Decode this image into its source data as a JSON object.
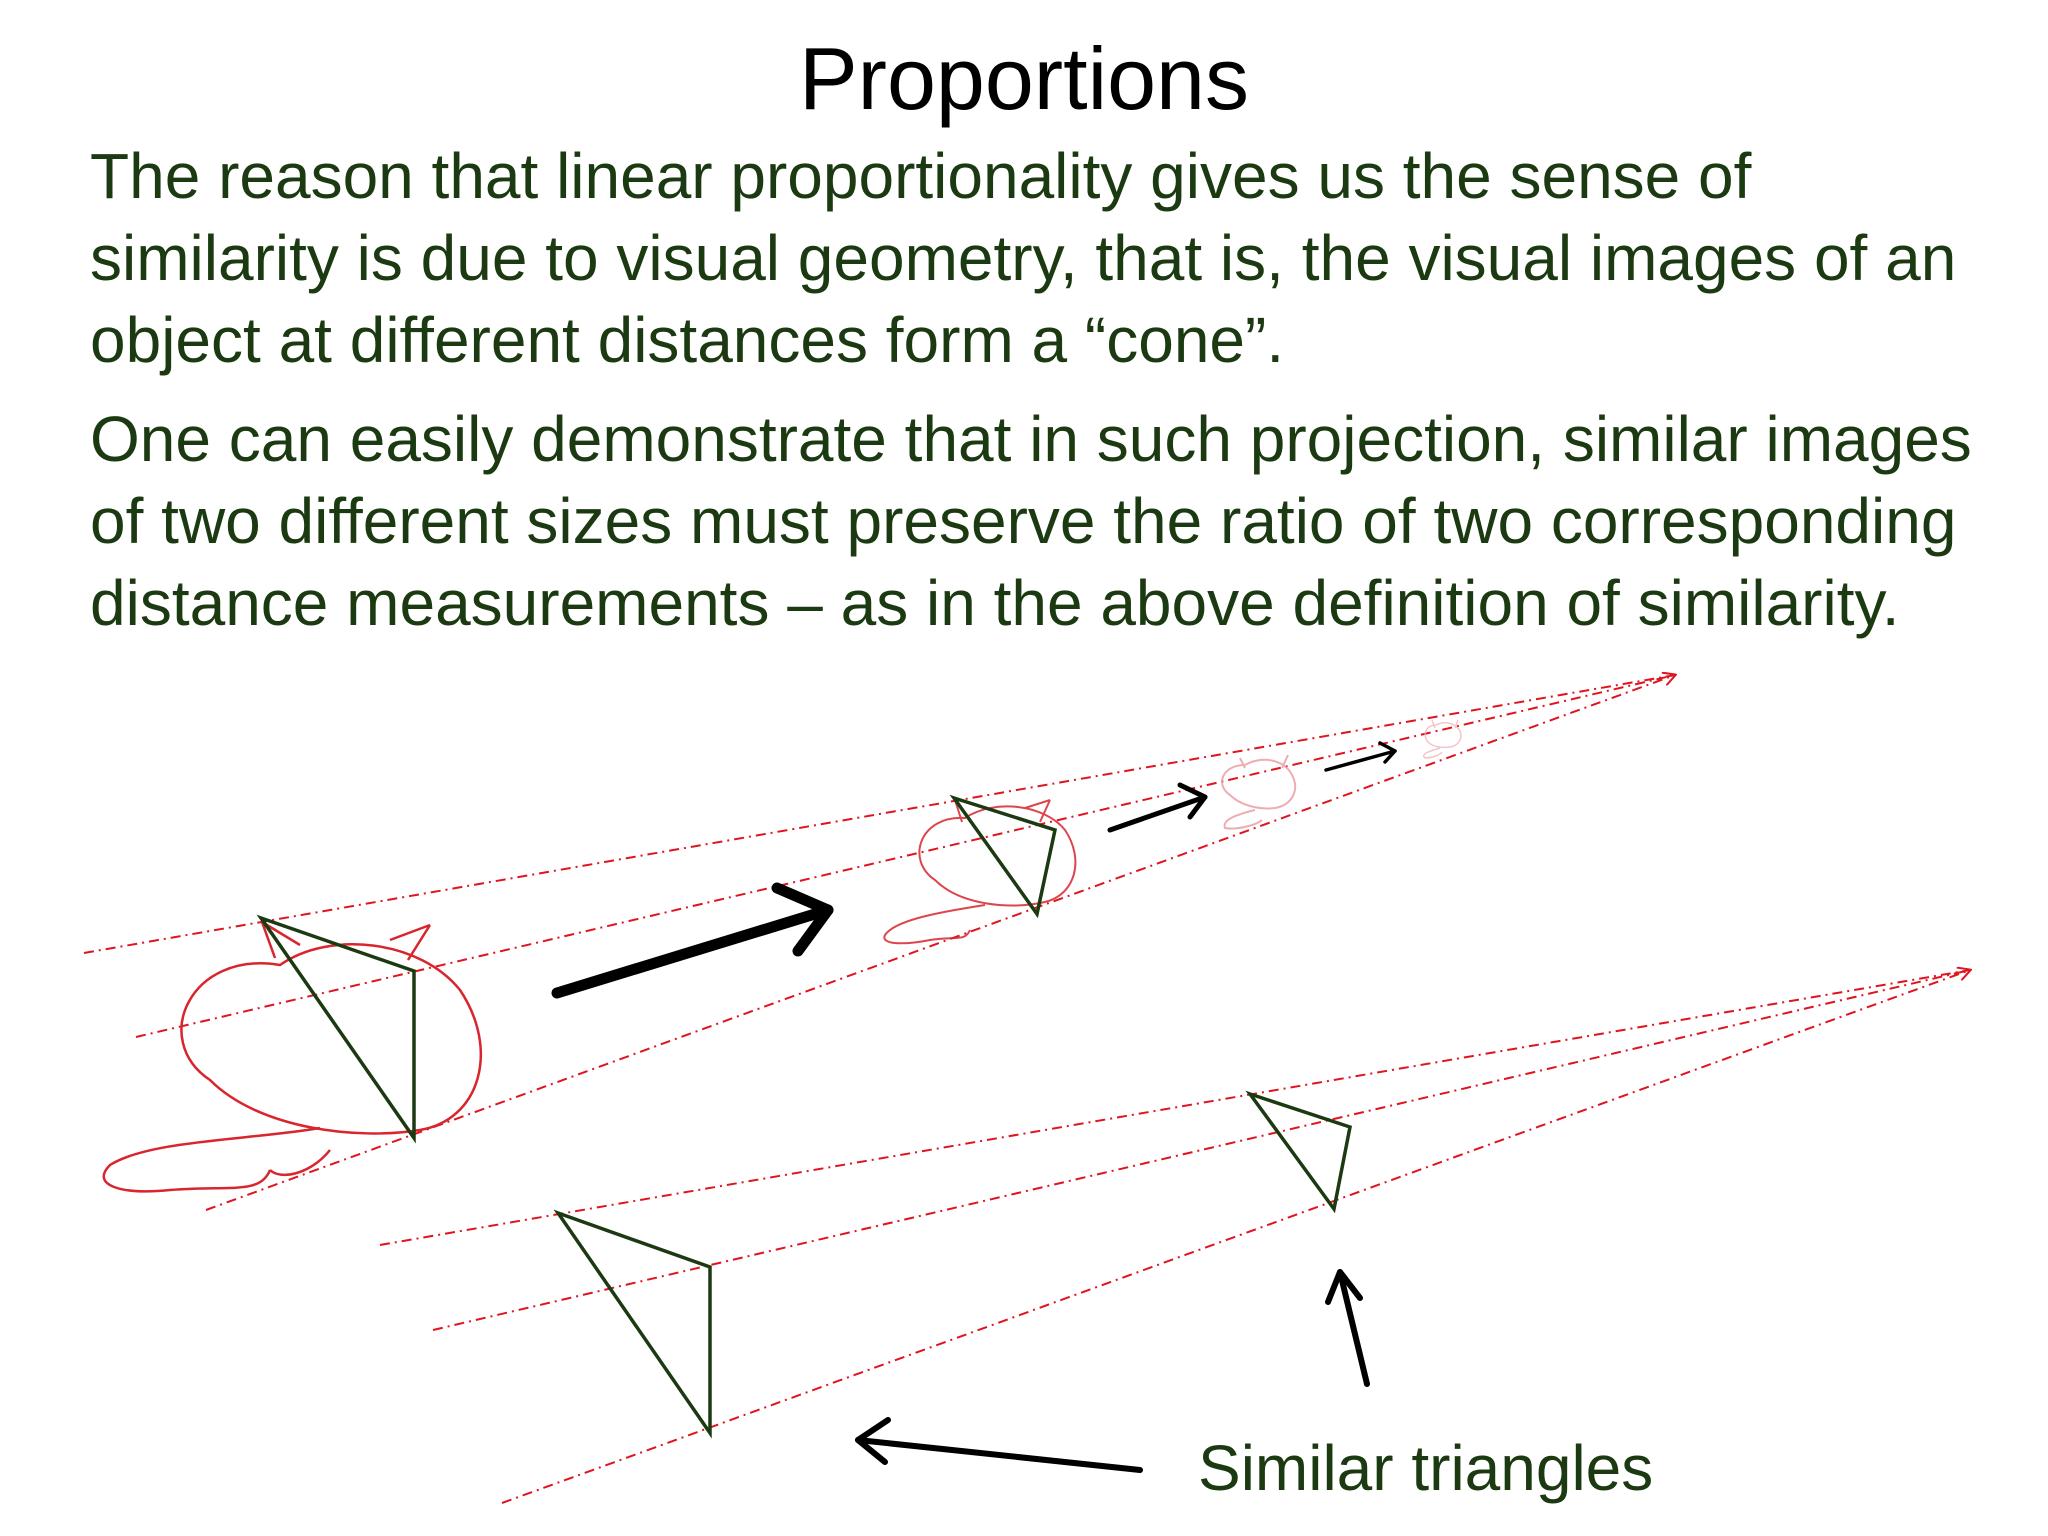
{
  "slide": {
    "title": "Proportions",
    "paragraph_1": "The reason that linear proportionality gives us the sense of similarity is due to visual geometry, that is, the visual images of an object at different distances form a “cone”.",
    "paragraph_2": "One can easily demonstrate that in such projection, similar images of two different sizes must preserve the ratio of two corresponding distance measurements – as in the above definition of similarity.",
    "caption": "Similar triangles"
  },
  "colors": {
    "title": "#000000",
    "text": "#1c3a12",
    "cone_lines": "#e0141e",
    "cat_outline": "#d8252e",
    "triangle": "#1c3a12",
    "arrows": "#000000"
  },
  "icons": [
    "cat-drawing-icon",
    "arrow-icon"
  ]
}
